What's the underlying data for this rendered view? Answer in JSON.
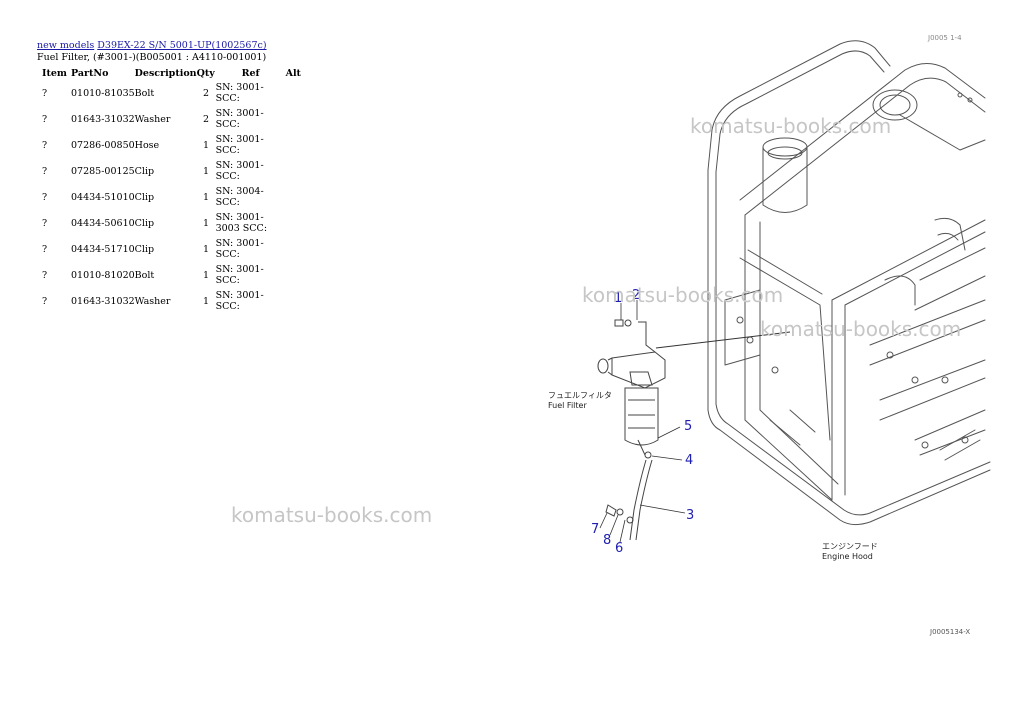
{
  "breadcrumb": {
    "link1": "new models",
    "link2": "D39EX-22 S/N 5001-UP(1002567c)"
  },
  "subtitle": "Fuel Filter, (#3001-)(B005001 : A4110-001001)",
  "table": {
    "headers": [
      "Item",
      "PartNo",
      "Description",
      "Qty",
      "Ref",
      "Alt"
    ],
    "rows": [
      {
        "item": "?",
        "partno": "01010-81035",
        "desc": "Bolt",
        "qty": "2",
        "ref": "SN: 3001-SCC:"
      },
      {
        "item": "?",
        "partno": "01643-31032",
        "desc": "Washer",
        "qty": "2",
        "ref": "SN: 3001-SCC:"
      },
      {
        "item": "?",
        "partno": "07286-00850",
        "desc": "Hose",
        "qty": "1",
        "ref": "SN: 3001-SCC:"
      },
      {
        "item": "?",
        "partno": "07285-00125",
        "desc": "Clip",
        "qty": "1",
        "ref": "SN: 3001-SCC:"
      },
      {
        "item": "?",
        "partno": "04434-51010",
        "desc": "Clip",
        "qty": "1",
        "ref": "SN: 3004-SCC:"
      },
      {
        "item": "?",
        "partno": "04434-50610",
        "desc": "Clip",
        "qty": "1",
        "ref": "SN: 3001-3003 SCC:"
      },
      {
        "item": "?",
        "partno": "04434-51710",
        "desc": "Clip",
        "qty": "1",
        "ref": "SN: 3001-SCC:"
      },
      {
        "item": "?",
        "partno": "01010-81020",
        "desc": "Bolt",
        "qty": "1",
        "ref": "SN: 3001-SCC:"
      },
      {
        "item": "?",
        "partno": "01643-31032",
        "desc": "Washer",
        "qty": "1",
        "ref": "SN: 3001-SCC:"
      }
    ]
  },
  "diagram": {
    "callouts": [
      "1",
      "2",
      "3",
      "4",
      "5",
      "6",
      "7",
      "8"
    ],
    "label_fuel_filter_jp": "フュエルフィルタ",
    "label_fuel_filter_en": "Fuel Filter",
    "label_engine_hood_jp": "エンジンフード",
    "label_engine_hood_en": "Engine Hood",
    "code_top": "J0005 1-4",
    "code_bottom": "J0005134-X",
    "callout_color": "#1f1fb0"
  },
  "watermark": "komatsu-books.com"
}
